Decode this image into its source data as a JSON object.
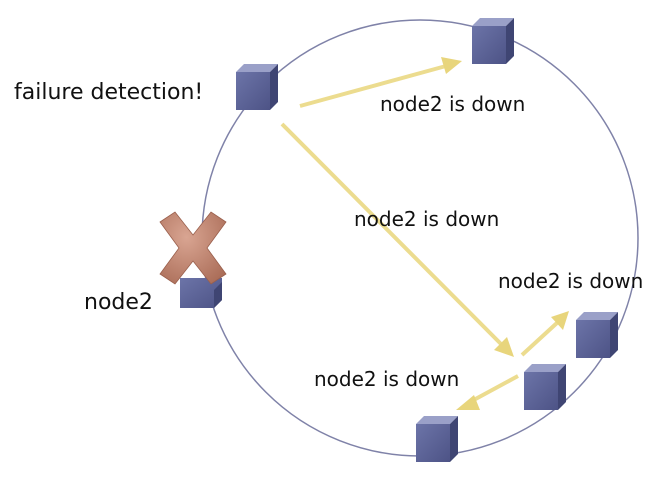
{
  "labels": {
    "failure_detection": "failure detection!",
    "node2": "node2",
    "msg_top_right": "node2 is down",
    "msg_center": "node2 is down",
    "msg_right": "node2 is down",
    "msg_bottom": "node2 is down"
  },
  "colors": {
    "ring": "#7f82a8",
    "arrow": "#eedd88",
    "node_front": "#5e6596",
    "node_top": "#9aa0c8",
    "node_side": "#3f4573",
    "failure_mark": "#c28b78"
  },
  "icons": {
    "node": "cube-node-icon",
    "failed": "x-mark-icon"
  }
}
